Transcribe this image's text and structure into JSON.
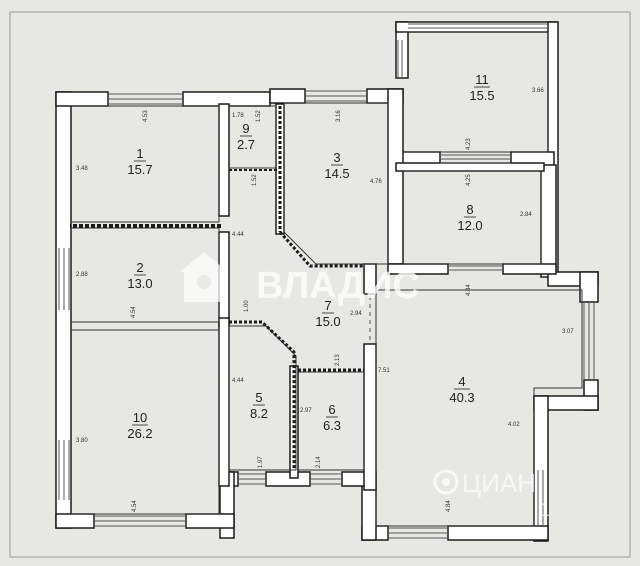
{
  "rooms": [
    {
      "id": "room-1",
      "number": "1",
      "area": "15.7"
    },
    {
      "id": "room-2",
      "number": "2",
      "area": "13.0"
    },
    {
      "id": "room-3",
      "number": "3",
      "area": "14.5"
    },
    {
      "id": "room-4",
      "number": "4",
      "area": "40.3"
    },
    {
      "id": "room-5",
      "number": "5",
      "area": "8.2"
    },
    {
      "id": "room-6",
      "number": "6",
      "area": "6.3"
    },
    {
      "id": "room-7",
      "number": "7",
      "area": "15.0"
    },
    {
      "id": "room-8",
      "number": "8",
      "area": "12.0"
    },
    {
      "id": "room-9",
      "number": "9",
      "area": "2.7"
    },
    {
      "id": "room-10",
      "number": "10",
      "area": "26.2"
    },
    {
      "id": "room-11",
      "number": "11",
      "area": "15.5"
    }
  ],
  "dimensions": [
    "4.53",
    "3.48",
    "1.78",
    "1.52",
    "3.16",
    "4.76",
    "1.52",
    "3.66",
    "4.23",
    "4.25",
    "2.84",
    "4.44",
    "2.88",
    "4.54",
    "1.00",
    "4.84",
    "2.94",
    "3.07",
    "4.44",
    "2.13",
    "7.51",
    "3.80",
    "2.97",
    "1.97",
    "2.14",
    "4.02",
    "4.54",
    "4.84"
  ],
  "watermarks": {
    "brand": "ВЛАДИС",
    "cian": "ЦИАН",
    "cian_id": "1"
  },
  "colors": {
    "background": "#e7e8e3",
    "wall": "#ffffff",
    "outline": "#1b1b1b"
  }
}
